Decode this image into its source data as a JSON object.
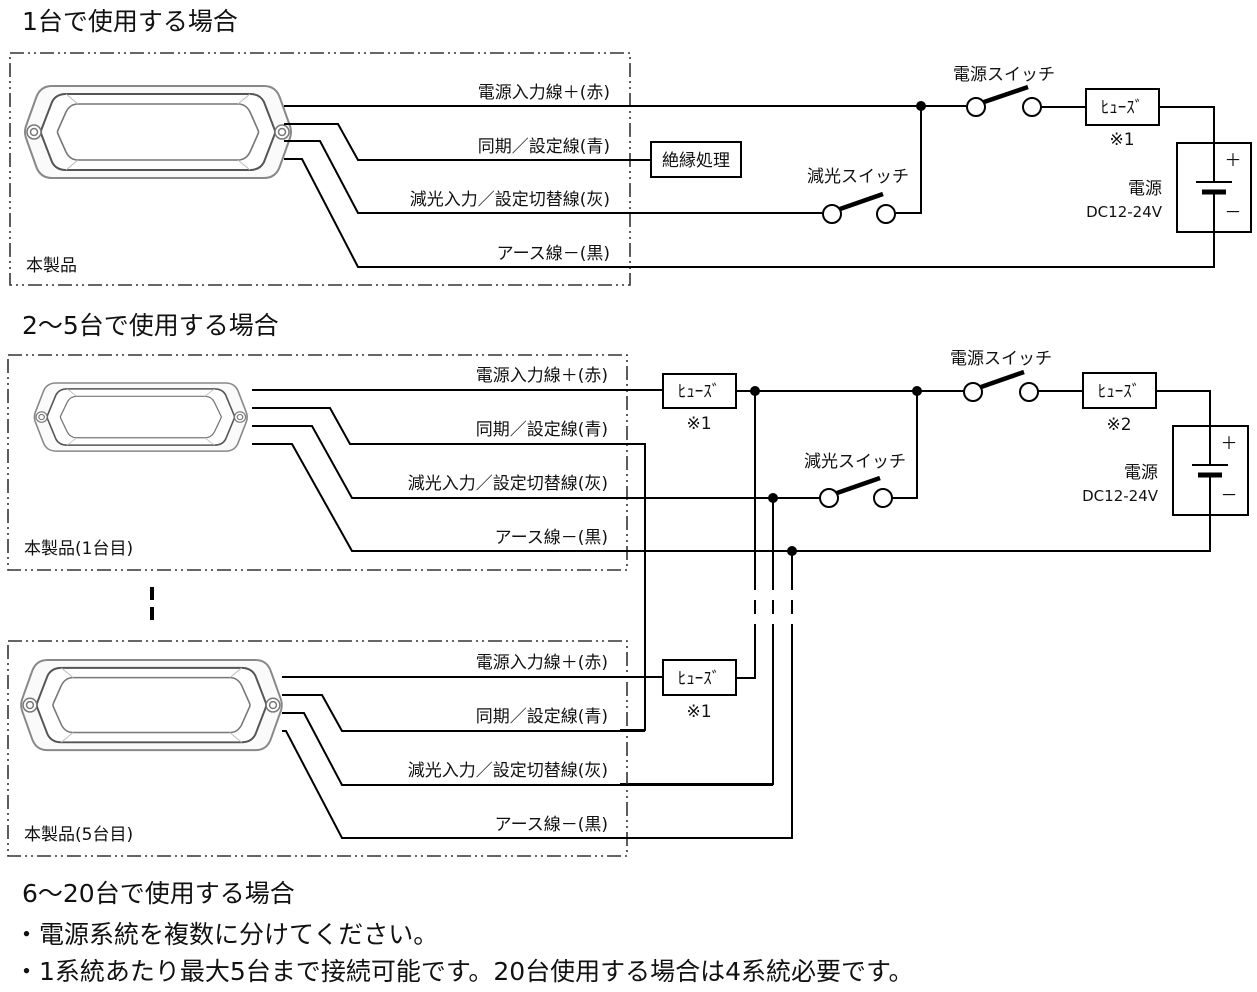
{
  "sections": {
    "single": {
      "title": "1台で使用する場合",
      "product_label": "本製品",
      "wires": {
        "power": "電源入力線＋(赤)",
        "sync": "同期／設定線(青)",
        "dim": "減光入力／設定切替線(灰)",
        "ground": "アース線－(黒)"
      },
      "insulation": "絶縁処理",
      "power_switch": "電源スイッチ",
      "dim_switch": "減光スイッチ",
      "fuse": "ﾋｭｰｽﾞ",
      "fuse_note": "※1",
      "power_supply": "電源",
      "power_supply_spec": "DC12-24V",
      "plus": "＋",
      "minus": "－"
    },
    "multi": {
      "title": "2～5台で使用する場合",
      "product_first_label": "本製品(1台目)",
      "product_last_label": "本製品(5台目)",
      "wires": {
        "power": "電源入力線＋(赤)",
        "sync": "同期／設定線(青)",
        "dim": "減光入力／設定切替線(灰)",
        "ground": "アース線－(黒)"
      },
      "fuse": "ﾋｭｰｽﾞ",
      "fuse_unit_note": "※1",
      "fuse_main_note": "※2",
      "power_switch": "電源スイッチ",
      "dim_switch": "減光スイッチ",
      "power_supply": "電源",
      "power_supply_spec": "DC12-24V",
      "plus": "＋",
      "minus": "－"
    },
    "large": {
      "title": "6～20台で使用する場合",
      "notes": [
        "・電源系統を複数に分けてください。",
        "・1系統あたり最大5台まで接続可能です。20台使用する場合は4系統必要です。"
      ]
    }
  }
}
